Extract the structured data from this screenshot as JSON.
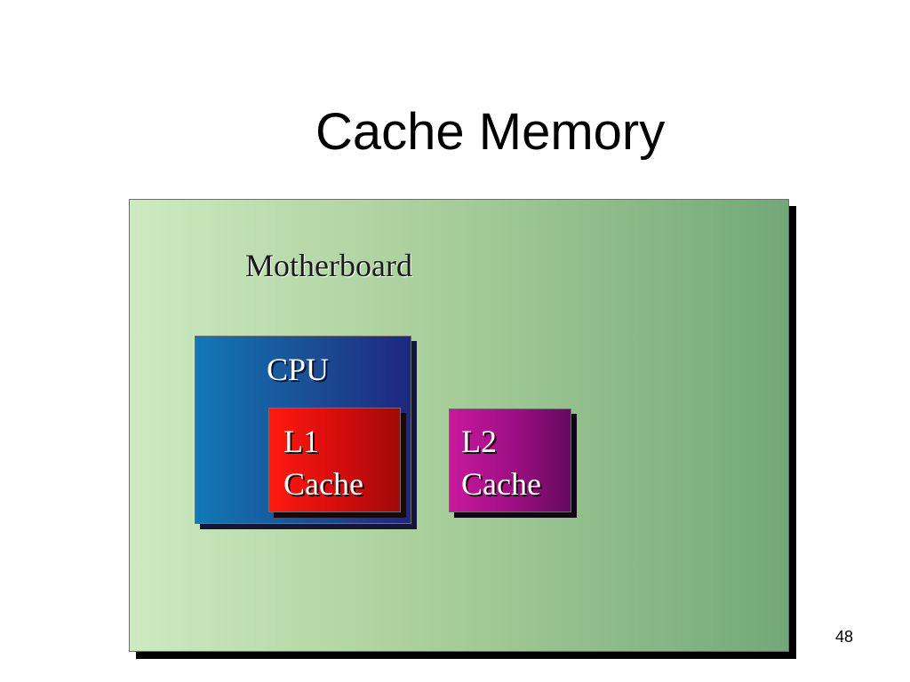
{
  "slide": {
    "title": "Cache Memory",
    "page_number": "48"
  },
  "diagram": {
    "motherboard": {
      "label": "Motherboard"
    },
    "cpu": {
      "label": "CPU"
    },
    "l1_cache": {
      "line1": "L1",
      "line2": "Cache"
    },
    "l2_cache": {
      "line1": "L2",
      "line2": "Cache"
    }
  },
  "colors": {
    "motherboard_gradient": [
      "#cdeac0",
      "#72a878"
    ],
    "cpu_gradient": [
      "#1278b6",
      "#1f2780"
    ],
    "l1_gradient": [
      "#ff1a10",
      "#a00a0a"
    ],
    "l2_gradient": [
      "#c8189e",
      "#660a60"
    ]
  }
}
